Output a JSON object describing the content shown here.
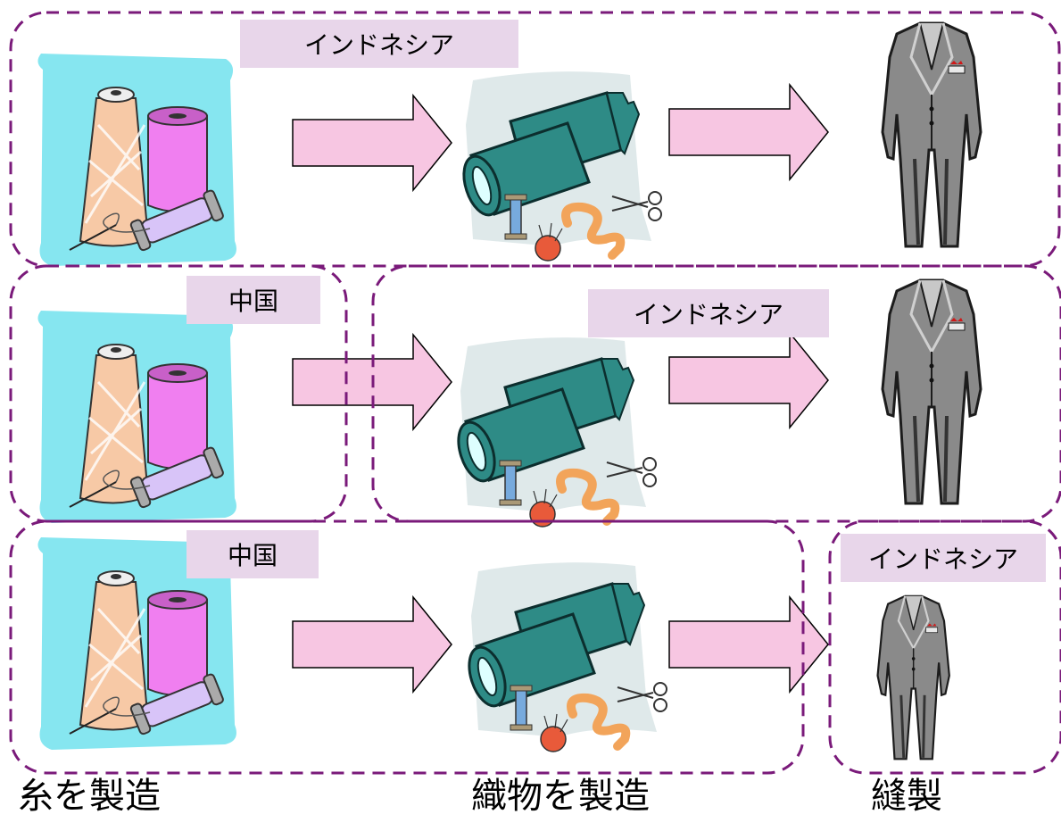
{
  "labels": {
    "row1_yarn_weave_sew_country": "インドネシア",
    "row2_yarn_country": "中国",
    "row2_weave_sew_country": "インドネシア",
    "row3_yarn_weave_country": "中国",
    "row3_sew_country": "インドネシア"
  },
  "stages": {
    "yarn": "糸を製造",
    "weave": "織物を製造",
    "sew": "縫製"
  },
  "icons": {
    "yarn": "yarn-spools-icon",
    "fabric": "fabric-roll-icon",
    "suit": "suit-icon",
    "arrow": "right-arrow-icon"
  },
  "colors": {
    "label_bg": "#e8d6ea",
    "boundary": "#7a1a7a",
    "arrow_fill": "#f7c6e2",
    "yarn_bg": "#86e6f0",
    "fabric_bg": "#dfe9ea",
    "fabric": "#2e8b86",
    "suit": "#8a8a8a"
  }
}
